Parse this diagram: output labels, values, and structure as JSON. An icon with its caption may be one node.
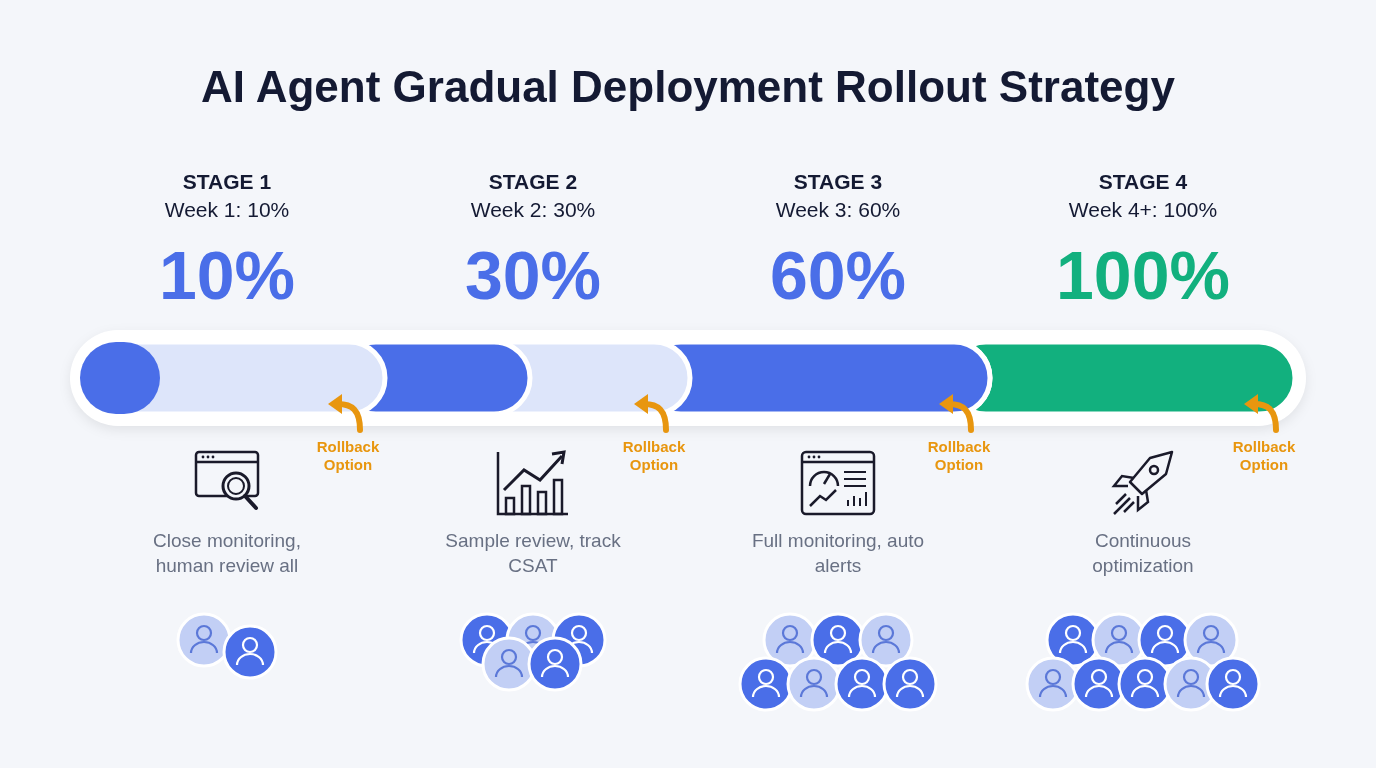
{
  "diagram": {
    "title": "AI Agent Gradual Deployment Rollout Strategy",
    "labels": [
      "STAGE 1",
      "STAGE 2",
      "STAGE 3",
      "STAGE 4",
      "Week 1: 10%",
      "Week 2: 30%",
      "Week 3: 60%",
      "Week 4+: 100%",
      "10%",
      "30%",
      "60%",
      "100%",
      "Rollback Option",
      "Rollback Option",
      "Rollback Option",
      "Rollback Option",
      "Close monitoring, human review all",
      "Sample review, track CSAT",
      "Full monitoring, auto alerts",
      "Continuous optimization"
    ]
  }
}
